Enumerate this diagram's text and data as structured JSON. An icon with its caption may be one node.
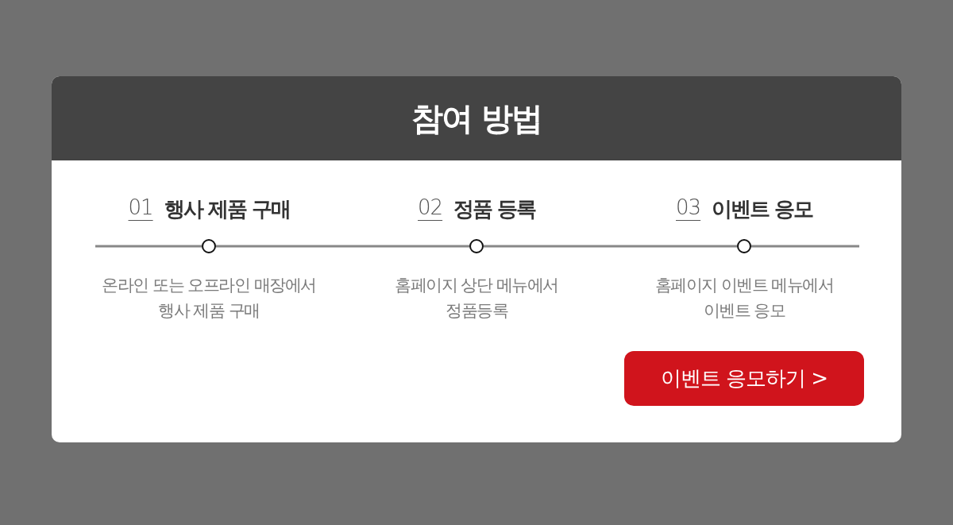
{
  "diagram": {
    "title": "참여 방법",
    "nodes": [
      {
        "text": [],
        "shape": "circle",
        "beside": [
          "01",
          "행사 제품 구매",
          "온라인 또는 오프라인 매장에서 행사 제품 구매"
        ]
      },
      {
        "text": [],
        "shape": "circle",
        "beside": [
          "02",
          "정품 등록",
          "홈페이지 상단 메뉴에서 정품등록"
        ]
      },
      {
        "text": [],
        "shape": "circle",
        "beside": [
          "03",
          "이벤트 응모",
          "홈페이지 이벤트 메뉴에서 이벤트 응모"
        ]
      },
      {
        "text": [
          "이벤트 응모하기 >"
        ]
      }
    ],
    "edges": [
      {
        "from": null,
        "to": 0,
        "arrow": "none"
      },
      {
        "from": 0,
        "to": 1,
        "arrow": "none"
      },
      {
        "from": 1,
        "to": 2,
        "arrow": "none"
      },
      {
        "from": 2,
        "to": null,
        "arrow": "none"
      }
    ]
  }
}
